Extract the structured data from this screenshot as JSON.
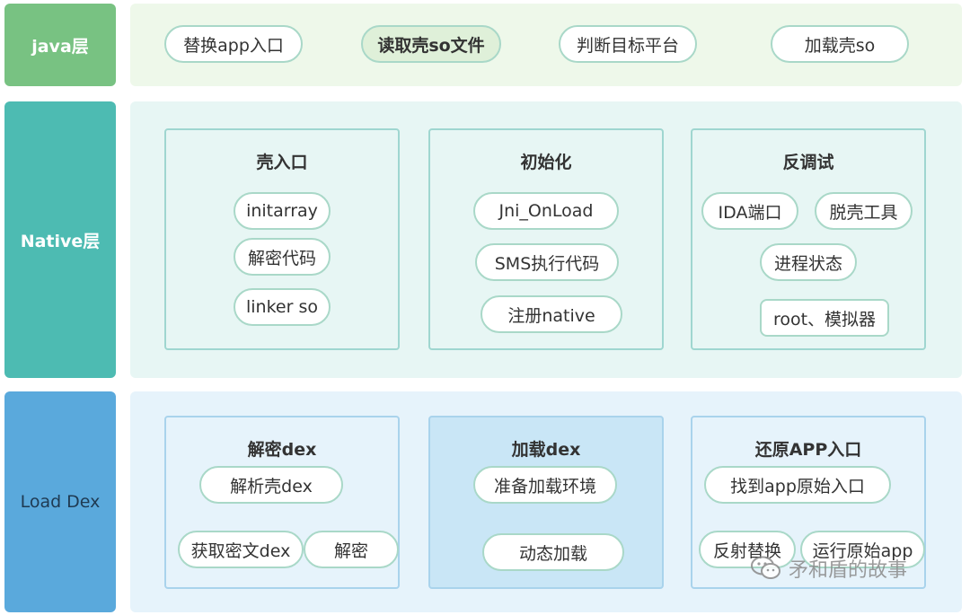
{
  "layers": {
    "java": {
      "label": "java层",
      "items": [
        "替换app入口",
        "读取壳so文件",
        "判断目标平台",
        "加载壳so"
      ]
    },
    "native": {
      "label": "Native层",
      "groups": [
        {
          "title": "壳入口",
          "items": [
            "initarray",
            "解密代码",
            "linker so"
          ]
        },
        {
          "title": "初始化",
          "items": [
            "Jni_OnLoad",
            "SMS执行代码",
            "注册native"
          ]
        },
        {
          "title": "反调试",
          "items": [
            "IDA端口",
            "脱壳工具",
            "进程状态",
            "root、模拟器"
          ]
        }
      ]
    },
    "loaddex": {
      "label": "Load Dex",
      "groups": [
        {
          "title": "解密dex",
          "items": [
            "解析壳dex",
            "获取密文dex",
            "解密"
          ]
        },
        {
          "title": "加载dex",
          "items": [
            "准备加载环境",
            "动态加载"
          ]
        },
        {
          "title": "还原APP入口",
          "items": [
            "找到app原始入口",
            "反射替换",
            "运行原始app"
          ]
        }
      ]
    }
  },
  "watermark": {
    "text": "矛和盾的故事"
  },
  "colors": {
    "java_label": "#78c282",
    "java_bg": "#eef8ea",
    "native_label": "#4dbbb2",
    "native_bg": "#e7f6f4",
    "loaddex_label": "#5aa9dc",
    "loaddex_bg": "#e6f3fb",
    "highlight_group": "#c9e6f6"
  }
}
